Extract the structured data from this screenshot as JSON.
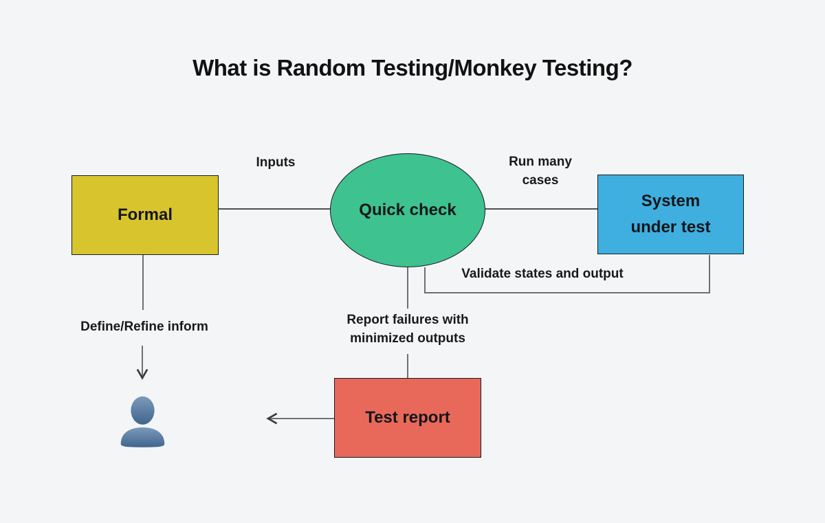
{
  "title": "What is Random Testing/Monkey Testing?",
  "colors": {
    "background": "#f4f5f7",
    "formal_fill": "#d8c52d",
    "quick_check_fill": "#3ec28f",
    "system_fill": "#3fafdf",
    "test_report_fill": "#e8695a",
    "node_border": "#181b1f",
    "connector_dark": "#17191c",
    "connector_gray": "#707070",
    "text": "#17191c",
    "user_icon_top": "#7b9aba",
    "user_icon_bottom": "#41658d"
  },
  "nodes": {
    "formal": {
      "label": "Formal",
      "shape": "rectangle"
    },
    "quick_check": {
      "label": "Quick check",
      "shape": "ellipse"
    },
    "system_under_test": {
      "label": "System under test",
      "shape": "rectangle"
    },
    "test_report": {
      "label": "Test report",
      "shape": "rectangle"
    },
    "user": {
      "icon": "user-icon"
    }
  },
  "edge_labels": {
    "inputs": "Inputs",
    "run_many_cases": "Run many cases",
    "validate": "Validate states and output",
    "define_refine": "Define/Refine inform",
    "report_failures": "Report failures with minimized outputs"
  }
}
